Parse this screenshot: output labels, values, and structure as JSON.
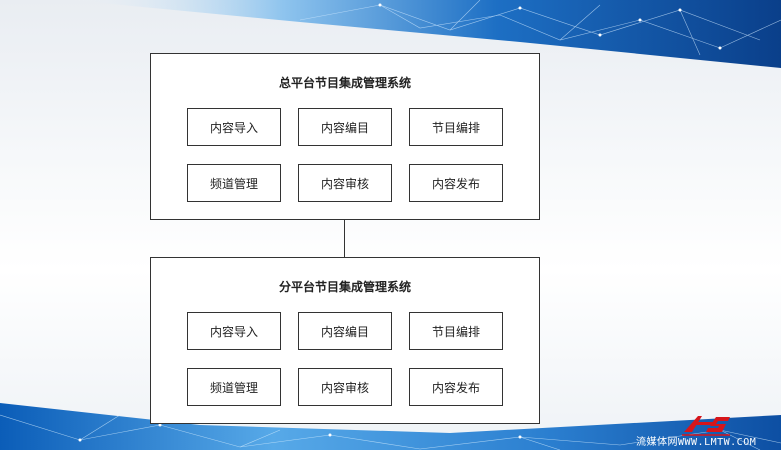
{
  "colors": {
    "accent_blue": "#1a6fd0",
    "border": "#333333",
    "logo_red": "#d6151b"
  },
  "top_panel": {
    "title": "总平台节目集成管理系统",
    "modules": [
      "内容导入",
      "内容编目",
      "节目编排",
      "频道管理",
      "内容审核",
      "内容发布"
    ]
  },
  "bottom_panel": {
    "title": "分平台节目集成管理系统",
    "modules": [
      "内容导入",
      "内容编目",
      "节目编排",
      "频道管理",
      "内容审核",
      "内容发布"
    ]
  },
  "watermark": {
    "text": "流媒体网WWW.LMTW.COM"
  }
}
